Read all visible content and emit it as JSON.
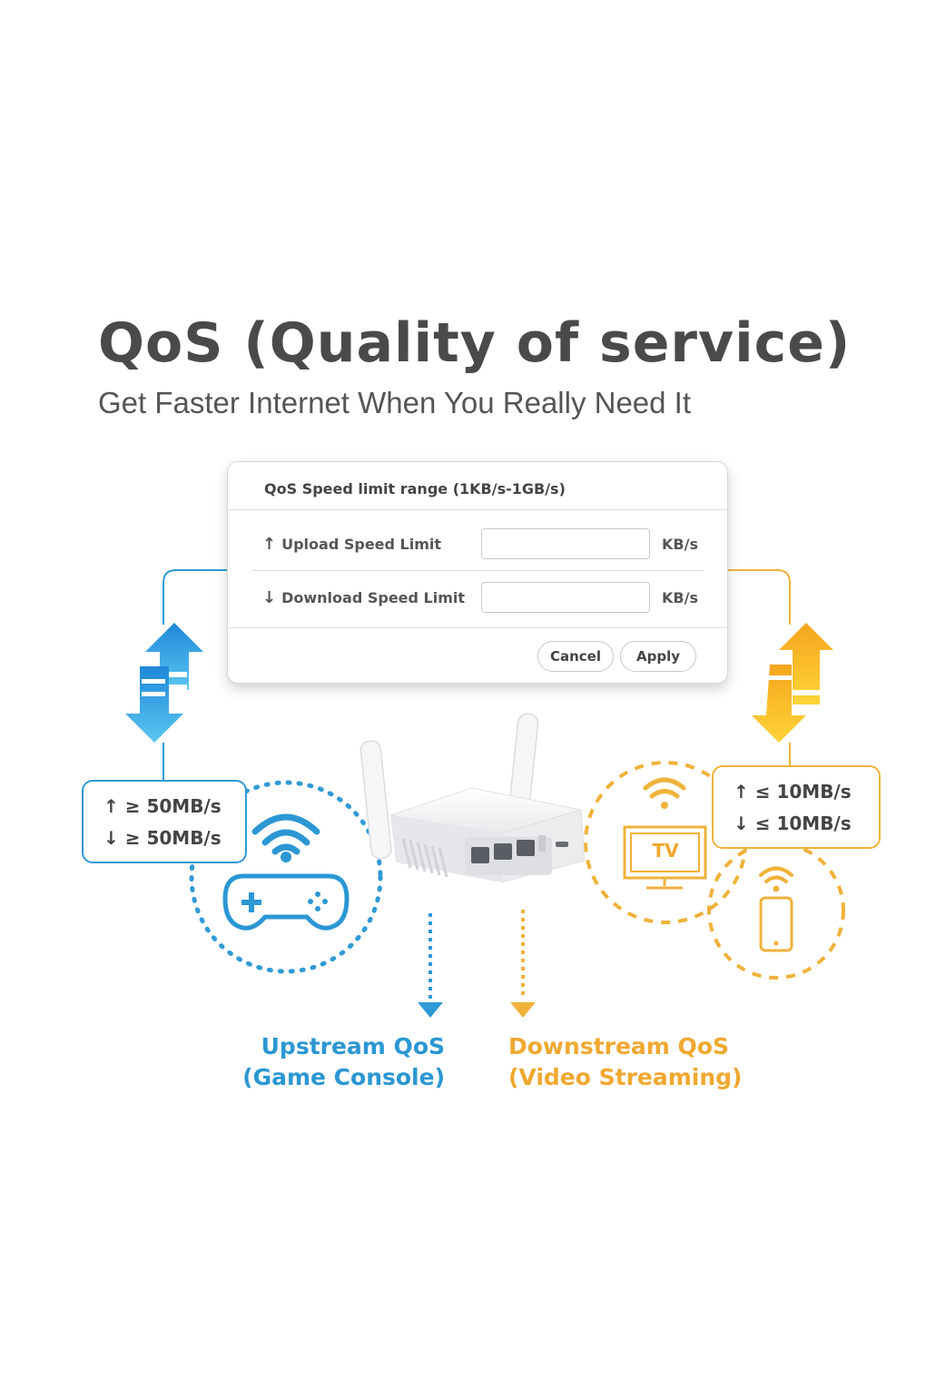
{
  "header": {
    "title": "QoS (Quality of service)",
    "subtitle": "Get Faster Internet When You Really Need It"
  },
  "panel": {
    "title": "QoS Speed limit range (1KB/s-1GB/s)",
    "upload": {
      "label": "Upload Speed Limit",
      "value": "",
      "unit": "KB/s"
    },
    "download": {
      "label": "Download Speed Limit",
      "value": "",
      "unit": "KB/s"
    },
    "cancel_label": "Cancel",
    "apply_label": "Apply"
  },
  "upstream": {
    "up_limit": "≥ 50MB/s",
    "down_limit": "≥ 50MB/s",
    "caption_line1": "Upstream QoS",
    "caption_line2": "(Game Console)"
  },
  "downstream": {
    "up_limit": "≤ 10MB/s",
    "down_limit": "≤ 10MB/s",
    "tv_label": "TV",
    "caption_line1": "Downstream QoS",
    "caption_line2": "(Video Streaming)"
  },
  "colors": {
    "upstream": "#2b97d3",
    "downstream": "#f0a830",
    "text": "#4a4a4a"
  },
  "icons": {
    "upload_arrow": "arrow-up-icon",
    "download_arrow": "arrow-down-icon",
    "game": "gamepad-icon",
    "wifi": "wifi-icon",
    "tv": "tv-icon",
    "phone": "phone-icon",
    "router": "router-icon"
  }
}
